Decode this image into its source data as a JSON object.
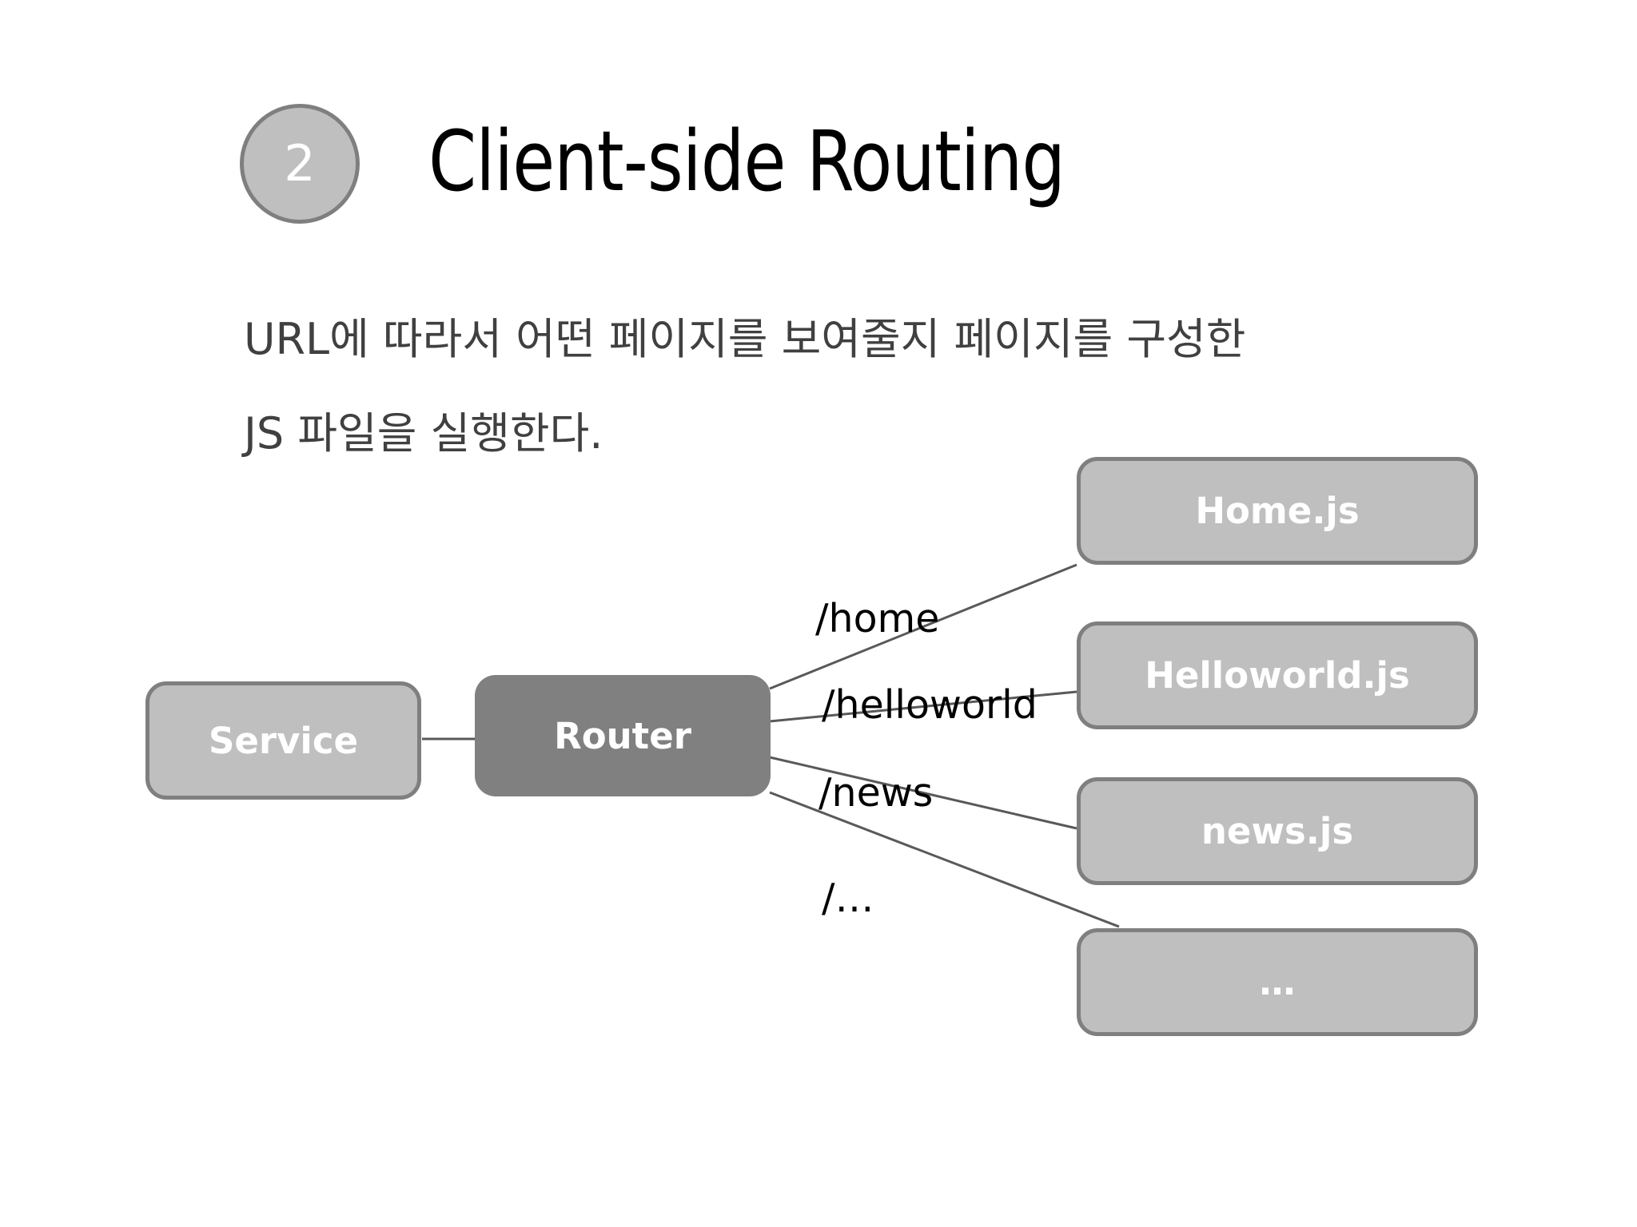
{
  "slide": {
    "background_color": "#ffffff",
    "step_number": "2",
    "title": "Client-side Routing",
    "body_lines": [
      "URL에 따라서 어떤 페이지를 보여줄지 페이지를 구성한",
      "JS 파일을 실행한다."
    ]
  },
  "colors": {
    "node_light_fill": "#bfbfbf",
    "node_dark_fill": "#808080",
    "node_border": "#7f7f7f",
    "node_text": "#ffffff",
    "body_text": "#404040",
    "title_text": "#000000",
    "connector": "#595959"
  },
  "diagram": {
    "type": "flow",
    "source_node": {
      "label": "Service",
      "style": "light"
    },
    "router_node": {
      "label": "Router",
      "style": "dark"
    },
    "routes": [
      {
        "path_label": "/home",
        "target_label": "Home.js"
      },
      {
        "path_label": "/helloworld",
        "target_label": "Helloworld.js"
      },
      {
        "path_label": "/news",
        "target_label": "news.js"
      },
      {
        "path_label": "/…",
        "target_label": "…"
      }
    ]
  }
}
